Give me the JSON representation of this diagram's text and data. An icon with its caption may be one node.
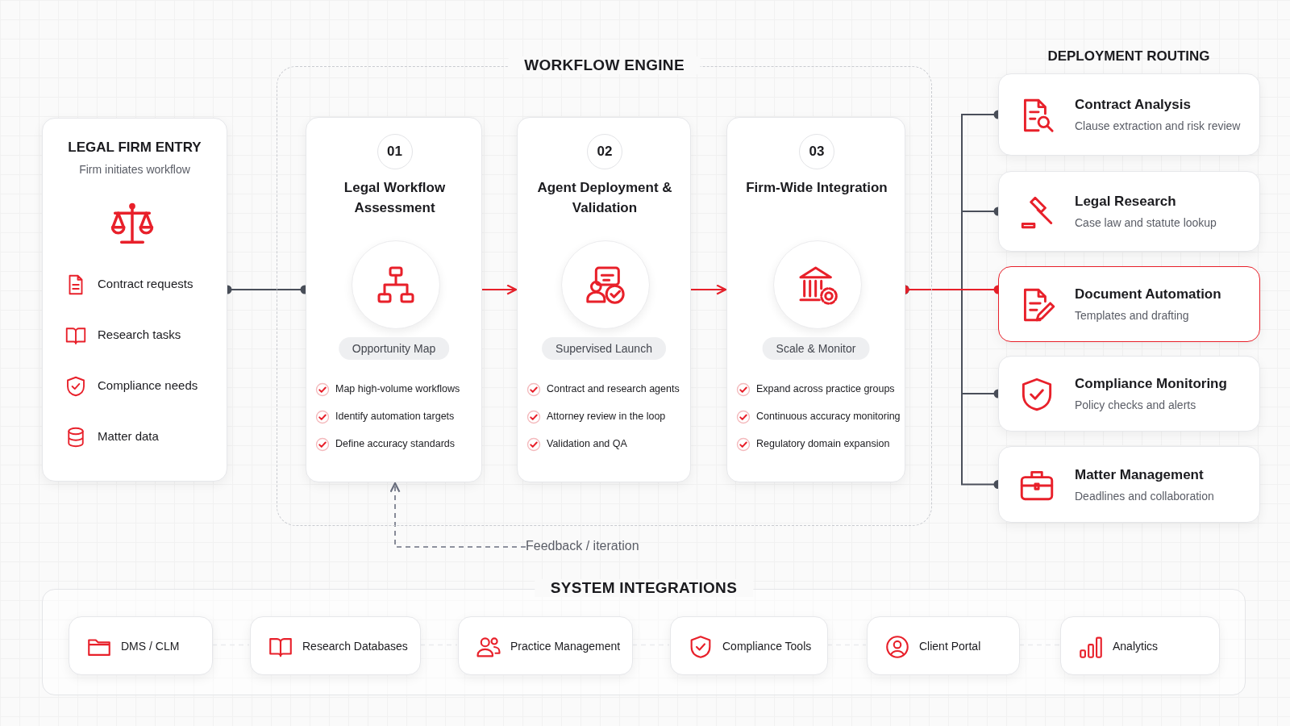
{
  "diagram": {
    "nodes": [
      {
        "text": [
          "WORKFLOW ENGINE"
        ]
      },
      {
        "text": [
          "LEGAL FIRM ENTRY",
          "Firm initiates workflow",
          "Contract requests",
          "Research tasks",
          "Compliance needs",
          "Matter data"
        ]
      },
      {
        "text": [
          "01",
          "Legal Workflow Assessment",
          "Opportunity Map",
          "Map high-volume workflows",
          "Identify automation targets",
          "Define accuracy standards"
        ],
        "in": 0
      },
      {
        "text": [
          "02",
          "Agent Deployment & Validation",
          "Supervised Launch",
          "Contract and research agents",
          "Attorney review in the loop",
          "Validation and QA"
        ],
        "in": 0
      },
      {
        "text": [
          "03",
          "Firm-Wide Integration",
          "Scale & Monitor",
          "Expand across practice groups",
          "Continuous accuracy monitoring",
          "Regulatory domain expansion"
        ],
        "in": 0
      },
      {
        "text": [
          "Contract Analysis",
          "Clause extraction and risk review"
        ]
      },
      {
        "text": [
          "Legal Research",
          "Case law and statute lookup"
        ]
      },
      {
        "text": [
          "Document Automation",
          "Templates and drafting"
        ]
      },
      {
        "text": [
          "Compliance Monitoring",
          "Policy checks and alerts"
        ]
      },
      {
        "text": [
          "Matter Management",
          "Deadlines and collaboration"
        ]
      },
      {
        "text": [
          "Feedback / iteration"
        ]
      },
      {
        "text": [
          "SYSTEM INTEGRATIONS"
        ]
      },
      {
        "text": [
          "DMS / CLM"
        ],
        "in": 11
      },
      {
        "text": [
          "Research Databases"
        ],
        "in": 11
      },
      {
        "text": [
          "Practice Management"
        ],
        "in": 11
      },
      {
        "text": [
          "Compliance Tools"
        ],
        "in": 11
      },
      {
        "text": [
          "Client Portal"
        ],
        "in": 11
      },
      {
        "text": [
          "Analytics"
        ],
        "in": 11
      }
    ],
    "edges": [
      {
        "from": 1,
        "to": 2,
        "arrow": "other"
      },
      {
        "from": 2,
        "to": 3,
        "arrow": "to",
        "color": "#e8202a"
      },
      {
        "from": 3,
        "to": 4,
        "arrow": "to",
        "color": "#e8202a"
      },
      {
        "from": 4,
        "to": 5,
        "arrow": "other"
      },
      {
        "from": 4,
        "to": 6,
        "arrow": "other"
      },
      {
        "from": 4,
        "to": 8,
        "arrow": "other"
      },
      {
        "from": 4,
        "to": 9,
        "arrow": "other"
      },
      {
        "from": 4,
        "to": 7,
        "arrow": "other",
        "color": "#e8202a"
      },
      {
        "from": 10,
        "to": 2,
        "arrow": "to",
        "style": "dashed",
        "color": "#6b7080"
      },
      {
        "from": 12,
        "to": 13,
        "arrow": "none",
        "style": "dashed",
        "color": "#d4d6da"
      },
      {
        "from": 13,
        "to": 14,
        "arrow": "none",
        "style": "dashed",
        "color": "#d4d6da"
      },
      {
        "from": 14,
        "to": 15,
        "arrow": "none",
        "style": "dashed",
        "color": "#d4d6da"
      },
      {
        "from": 15,
        "to": 16,
        "arrow": "none",
        "style": "dashed",
        "color": "#d4d6da"
      },
      {
        "from": 16,
        "to": 17,
        "arrow": "none",
        "style": "dashed",
        "color": "#d4d6da"
      }
    ],
    "labels": [
      "DEPLOYMENT ROUTING"
    ]
  }
}
